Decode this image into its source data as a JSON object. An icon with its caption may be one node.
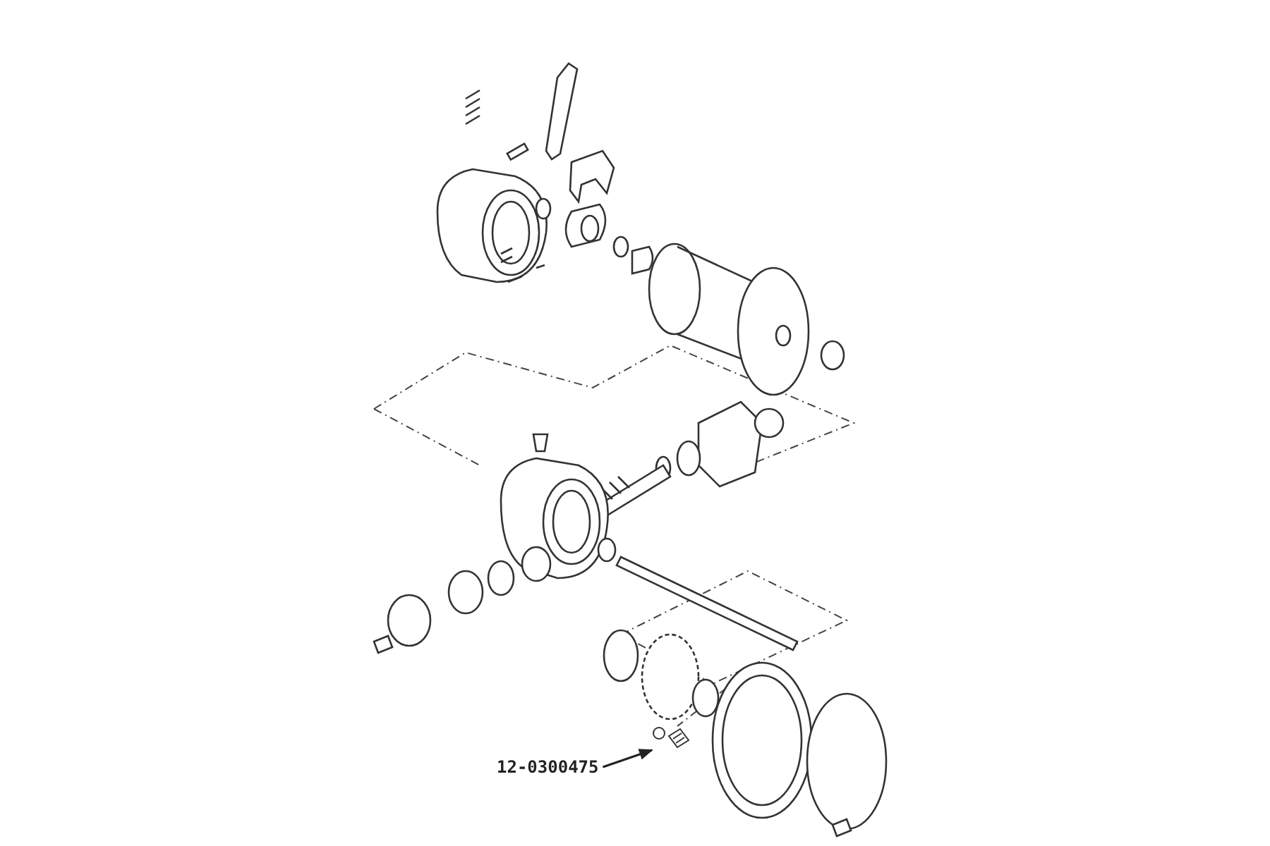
{
  "diagram": {
    "nodes": [
      {
        "text": [
          "12-0300475"
        ]
      },
      {
        "text": [],
        "shape": "picture"
      }
    ],
    "edges": [
      {
        "from": 0,
        "to": 1,
        "arrow": "to"
      }
    ]
  }
}
